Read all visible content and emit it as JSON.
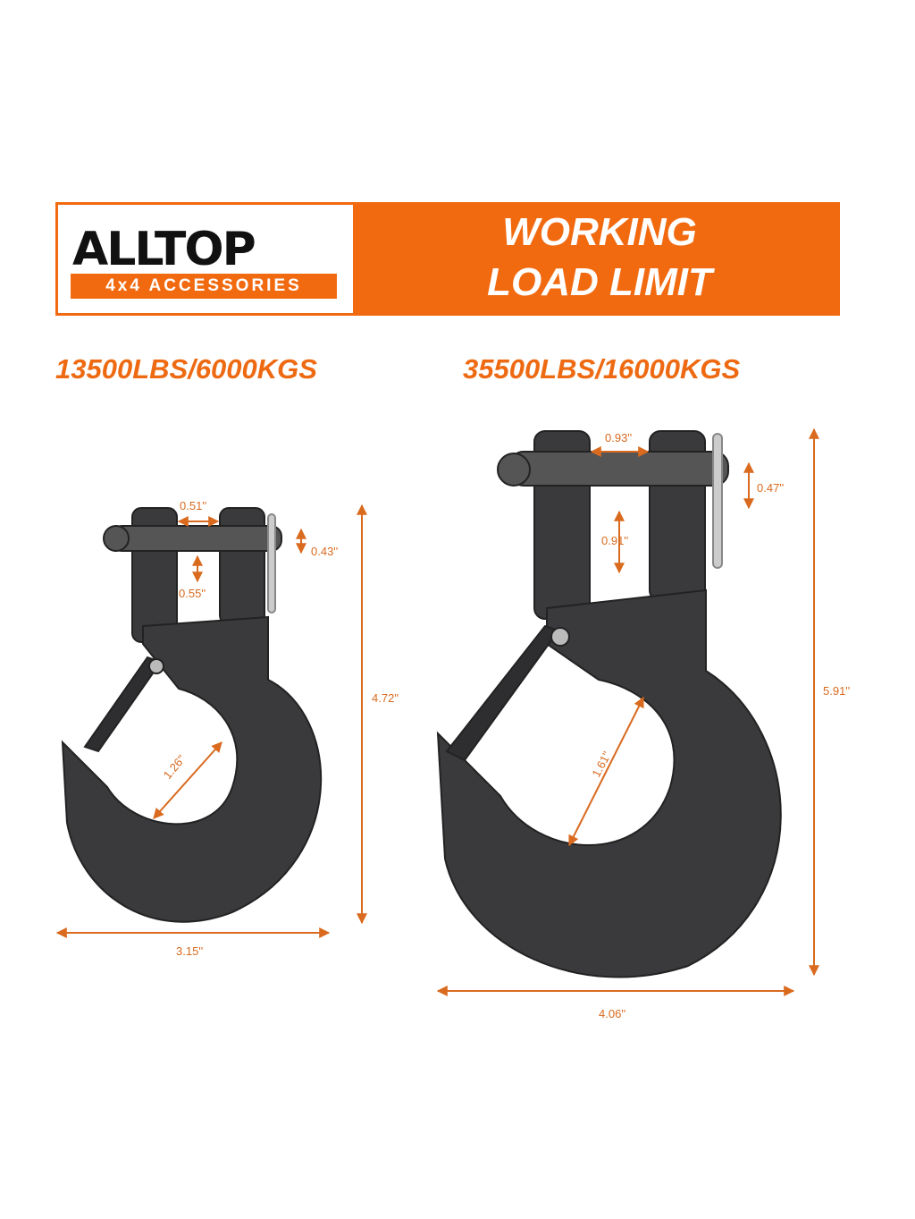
{
  "banner": {
    "brand": "ALLTOP",
    "brand_tagline": "4x4 ACCESSORIES",
    "title_line1": "WORKING",
    "title_line2": "LOAD LIMIT"
  },
  "small_hook": {
    "load_limit": "13500LBS/6000KGS",
    "dims": {
      "throat_width": "0.51''",
      "pin_diameter": "0.43''",
      "eye_depth": "0.55''",
      "hook_opening": "1.26''",
      "height": "4.72''",
      "width": "3.15''"
    }
  },
  "large_hook": {
    "load_limit": "35500LBS/16000KGS",
    "dims": {
      "throat_width": "0.93''",
      "pin_diameter": "0.47''",
      "eye_depth": "0.91''",
      "hook_opening": "1.61''",
      "height": "5.91''",
      "width": "4.06''"
    }
  },
  "colors": {
    "accent": "#f26a10",
    "dimension": "#d96a1e",
    "metal": "#3a3a3c"
  }
}
